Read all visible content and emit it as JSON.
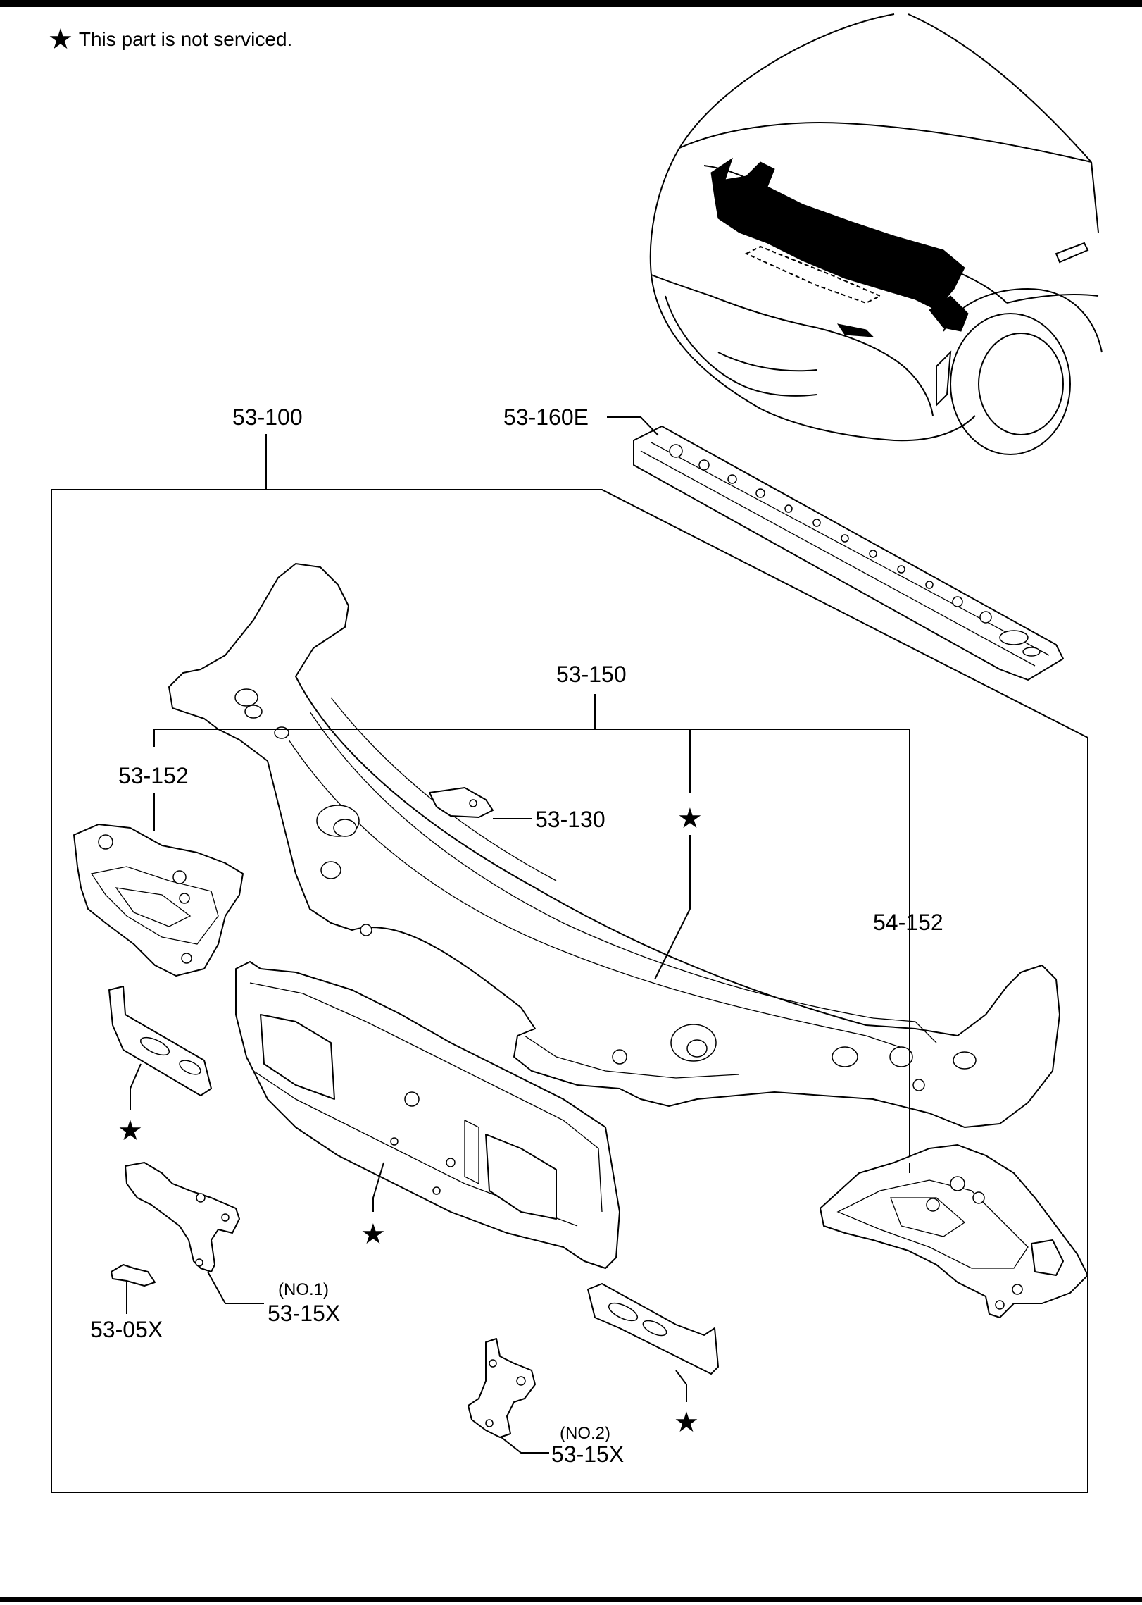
{
  "legend": {
    "symbol": "★",
    "text": "This part is not serviced."
  },
  "labels": {
    "p53_100": "53-100",
    "p53_160E": "53-160E",
    "p53_150": "53-150",
    "p53_152": "53-152",
    "p53_130": "53-130",
    "p54_152": "54-152",
    "p53_05X": "53-05X",
    "no1": "(NO.1)",
    "p53_15X_a": "53-15X",
    "no2": "(NO.2)",
    "p53_15X_b": "53-15X"
  },
  "star": "★"
}
